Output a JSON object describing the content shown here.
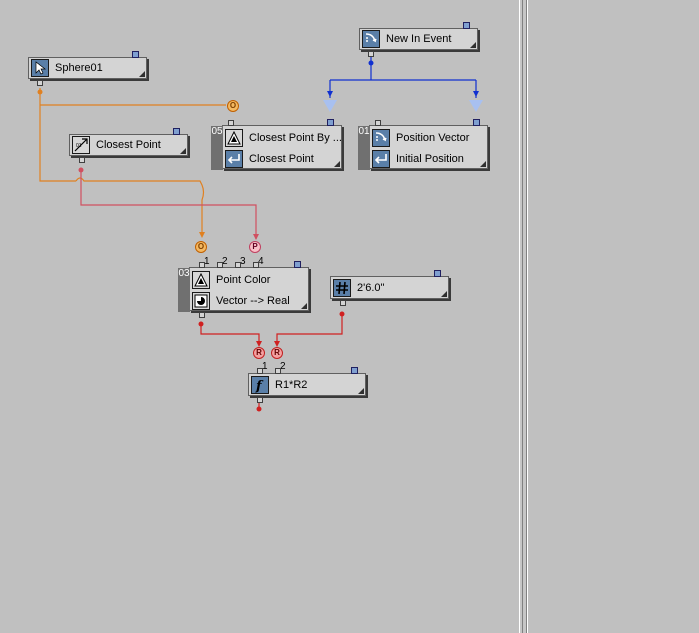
{
  "nodes": {
    "sphere": {
      "label": "Sphere01"
    },
    "new_event": {
      "label": "New In Event"
    },
    "closest_point_node": {
      "label": "Closest Point"
    },
    "find_closest": {
      "badge": "05",
      "row1": "Closest Point By ...",
      "row2": "Closest Point"
    },
    "position_vector": {
      "badge": "01",
      "row1": "Position Vector",
      "row2": "Initial Position"
    },
    "point_color": {
      "badge": "03",
      "row1": "Point Color",
      "row2": "Vector --> Real",
      "inputs": [
        "1",
        "2",
        "3",
        "4"
      ]
    },
    "scalar": {
      "label": "2'6.0\""
    },
    "expression": {
      "label": "R1*R2",
      "inputs": [
        "1",
        "2"
      ]
    }
  },
  "pins": {
    "o": "O",
    "p": "P",
    "r": "R"
  },
  "colors": {
    "orange_wire": "#e08020",
    "red_wire": "#d02020",
    "pink_wire": "#d05060",
    "blue_wire": "#1030d0"
  }
}
